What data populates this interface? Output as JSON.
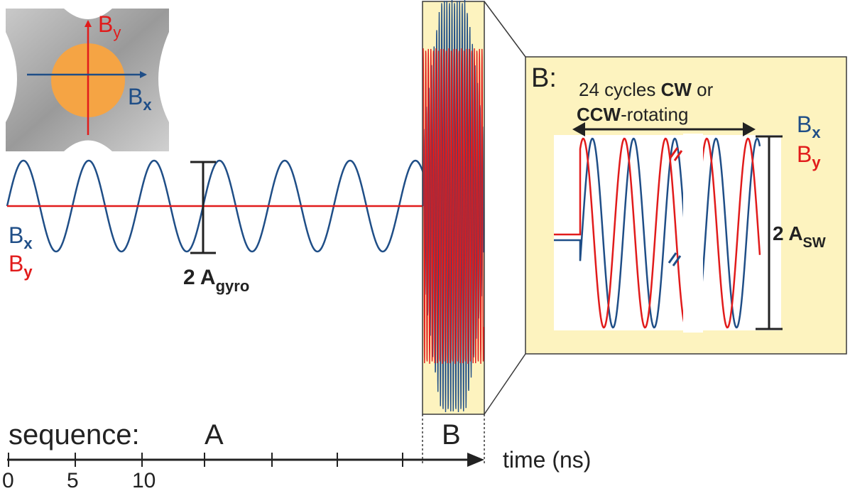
{
  "colors": {
    "bx": "#1f4e87",
    "by": "#e11b1b",
    "panel_fill": "#fdf3bf",
    "panel_stroke": "#3a3a3a",
    "black": "#222222",
    "sphere": "#f5a444",
    "magnet": "#b0b0b0"
  },
  "inset": {
    "by_label": "B",
    "by_sub": "y",
    "bx_label": "B",
    "bx_sub": "x"
  },
  "legend_a": {
    "bx_label": "B",
    "bx_sub": "x",
    "by_label": "B",
    "by_sub": "y"
  },
  "gyro": {
    "amp_label": "2 A",
    "amp_sub": "gyro"
  },
  "panel_b": {
    "heading": "B:",
    "line1_pre": "24 cycles ",
    "line1_bold": "CW",
    "line1_post": " or",
    "line2_bold": "CCW",
    "line2_post": "-rotating",
    "bx_label": "B",
    "bx_sub": "x",
    "by_label": "B",
    "by_sub": "y",
    "amp_label": "2 A",
    "amp_sub": "SW"
  },
  "timeline": {
    "sequence_label": "sequence:",
    "seg_a": "A",
    "seg_b": "B",
    "axis_label": "time (ns)",
    "tick_labels": [
      "0",
      "5",
      "10"
    ]
  }
}
